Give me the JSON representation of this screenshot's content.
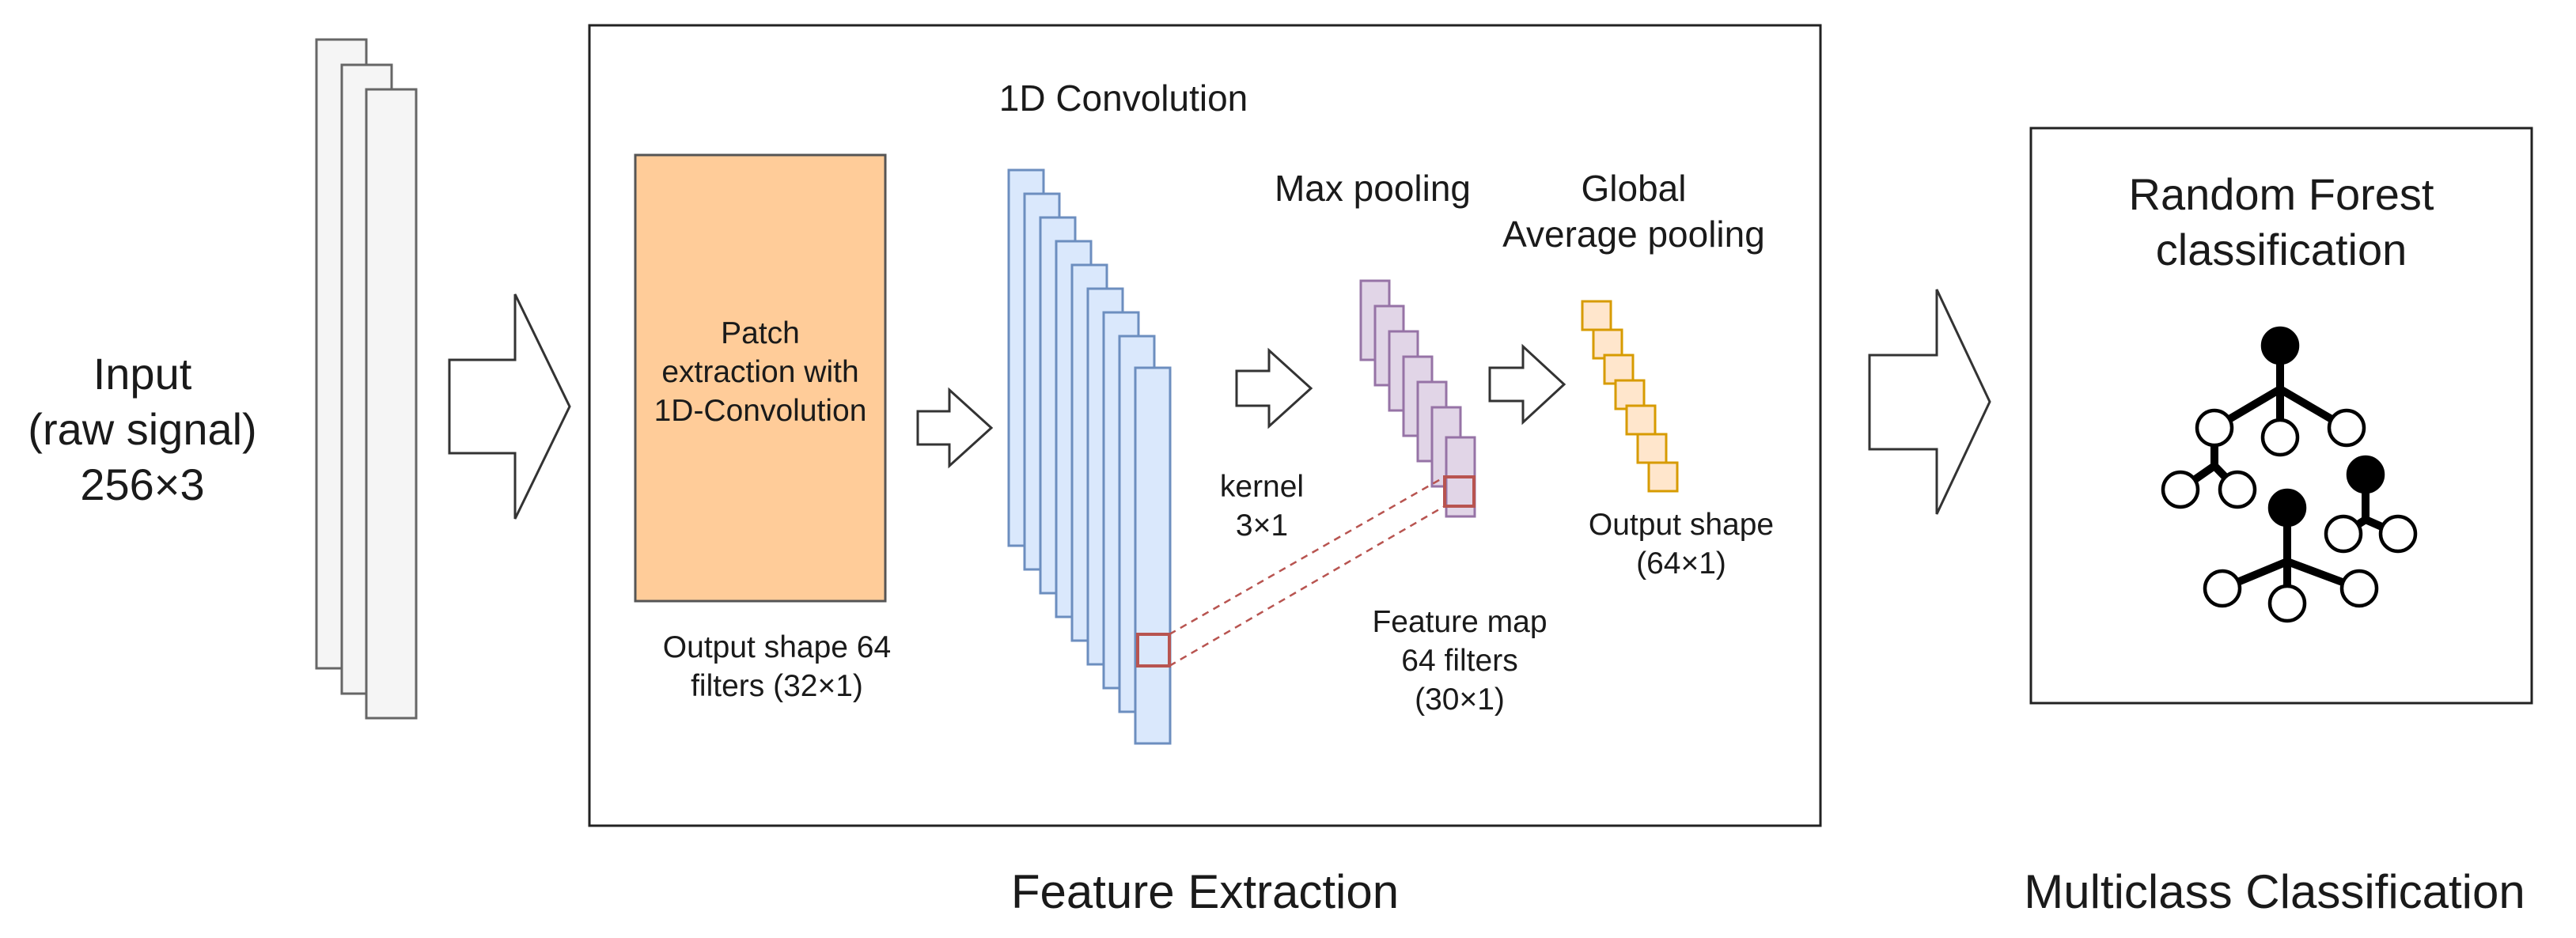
{
  "input": {
    "line1": "Input",
    "line2": "(raw signal)",
    "line3": "256×3"
  },
  "feature_extraction": {
    "label": "Feature Extraction",
    "conv_title": "1D Convolution",
    "patch_box": {
      "line1": "Patch",
      "line2": "extraction with",
      "line3": "1D-Convolution"
    },
    "patch_output": {
      "line1": "Output shape 64",
      "line2": "filters (32×1)"
    },
    "kernel": {
      "line1": "kernel",
      "line2": "3×1"
    },
    "max_pooling": "Max pooling",
    "gap": {
      "line1": "Global",
      "line2": "Average pooling"
    },
    "gap_output": {
      "line1": "Output shape",
      "line2": "(64×1)"
    },
    "feature_map": {
      "line1": "Feature map",
      "line2": "64 filters",
      "line3": "(30×1)"
    }
  },
  "classification": {
    "label": "Multiclass Classification",
    "box_title": {
      "line1": "Random Forest",
      "line2": "classification"
    }
  },
  "colors": {
    "patch_fill": "#ffcc99",
    "conv_fill": "#dae8fc",
    "conv_stroke": "#6c8ebf",
    "pool_fill": "#e1d5e7",
    "pool_stroke": "#9673a6",
    "gap_fill": "#ffe6cc",
    "gap_stroke": "#d79b00",
    "kernel_highlight": "#b85450",
    "input_fill": "#f5f5f5"
  }
}
